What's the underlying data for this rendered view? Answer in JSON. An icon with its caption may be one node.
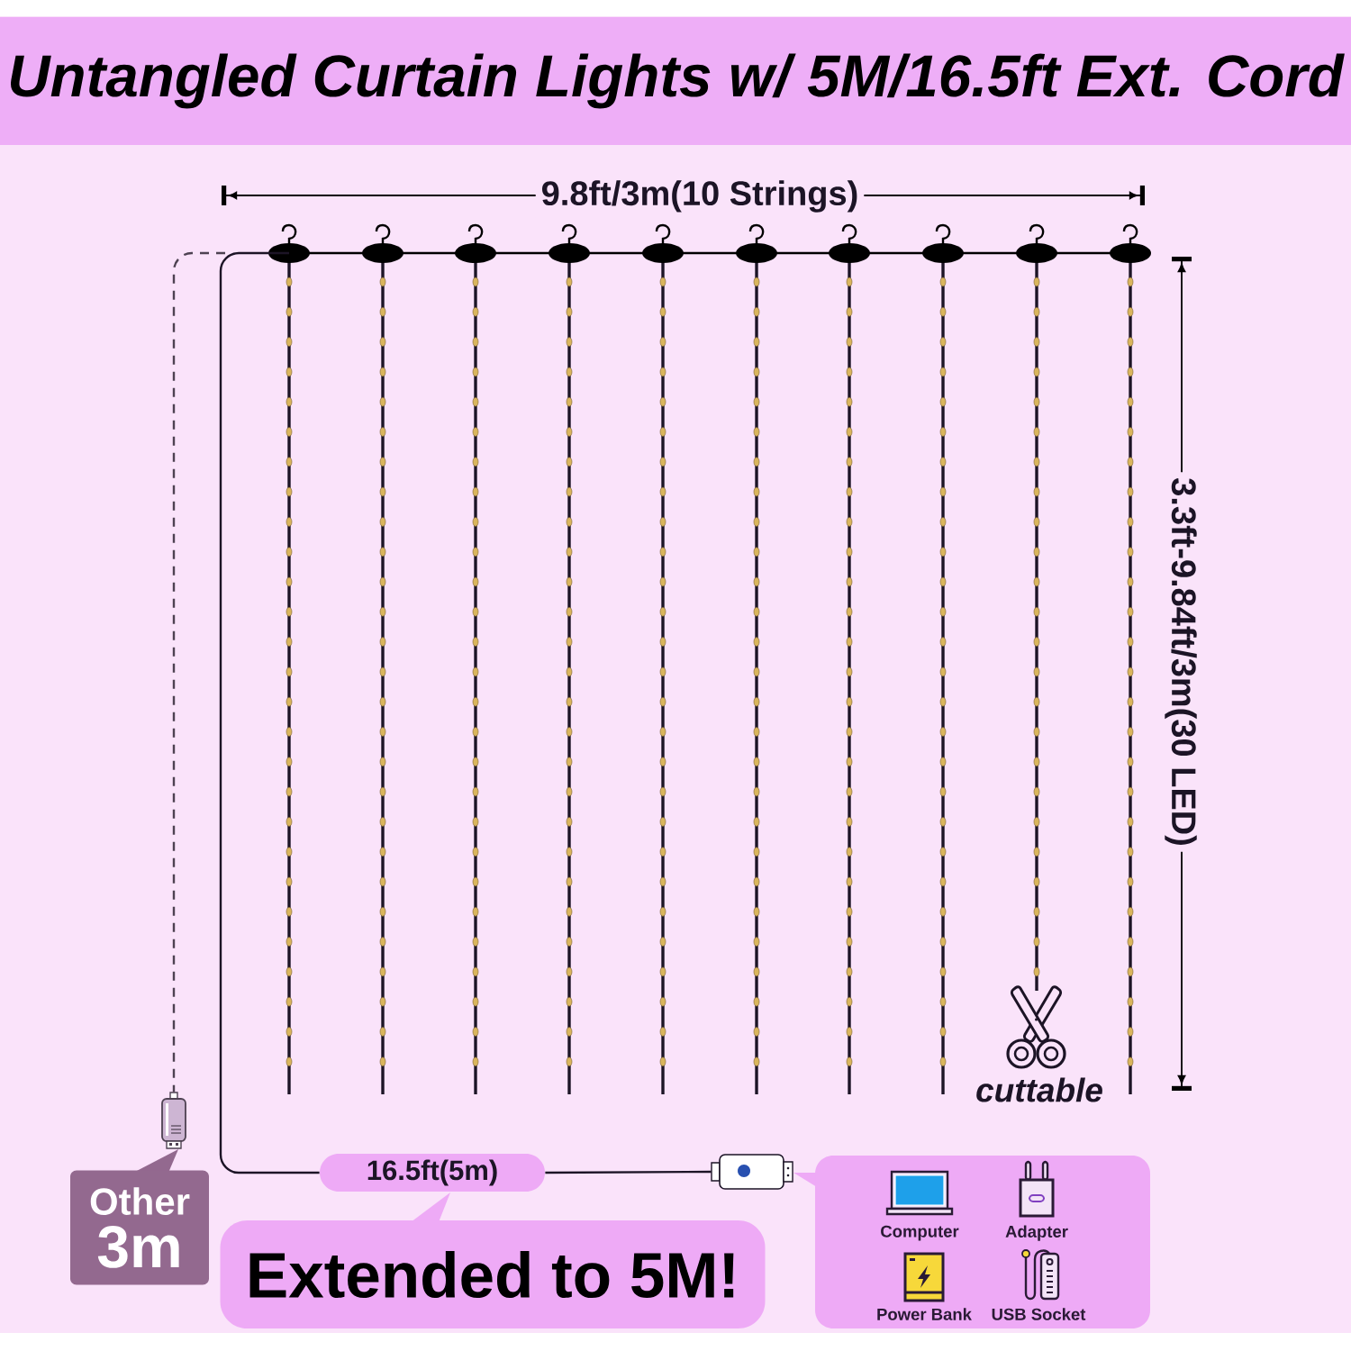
{
  "diagram": {
    "title": "Untangled Curtain Lights w/ 5M/16.5ft Ext. Cord",
    "nodes": [
      {
        "text": [],
        "shape": "picture"
      },
      {
        "text": [
          "Other",
          "3m"
        ]
      },
      {
        "text": [
          "16.5ft(5m)"
        ]
      },
      {
        "text": [],
        "shape": "picture"
      },
      {
        "text": [
          "Extended to 5M!"
        ]
      },
      {
        "text": [],
        "shape": "box"
      },
      {
        "text": [
          "Computer"
        ],
        "in": 5
      },
      {
        "text": [
          "Adapter"
        ],
        "in": 5
      },
      {
        "text": [
          "Power Bank"
        ],
        "in": 5
      },
      {
        "text": [
          "USB Socket"
        ],
        "in": 5
      }
    ],
    "edges": [
      {
        "from": null,
        "to": 2,
        "arrow": "none"
      },
      {
        "from": 2,
        "to": 3,
        "arrow": "none"
      },
      {
        "from": null,
        "to": 0,
        "arrow": "none",
        "style": "dashed",
        "color": "#4e4252"
      }
    ],
    "labels": [
      "9.8ft/3m(10 Strings)",
      "3.3ft-9.84ft/3m(30 LED)",
      "cuttable"
    ]
  }
}
